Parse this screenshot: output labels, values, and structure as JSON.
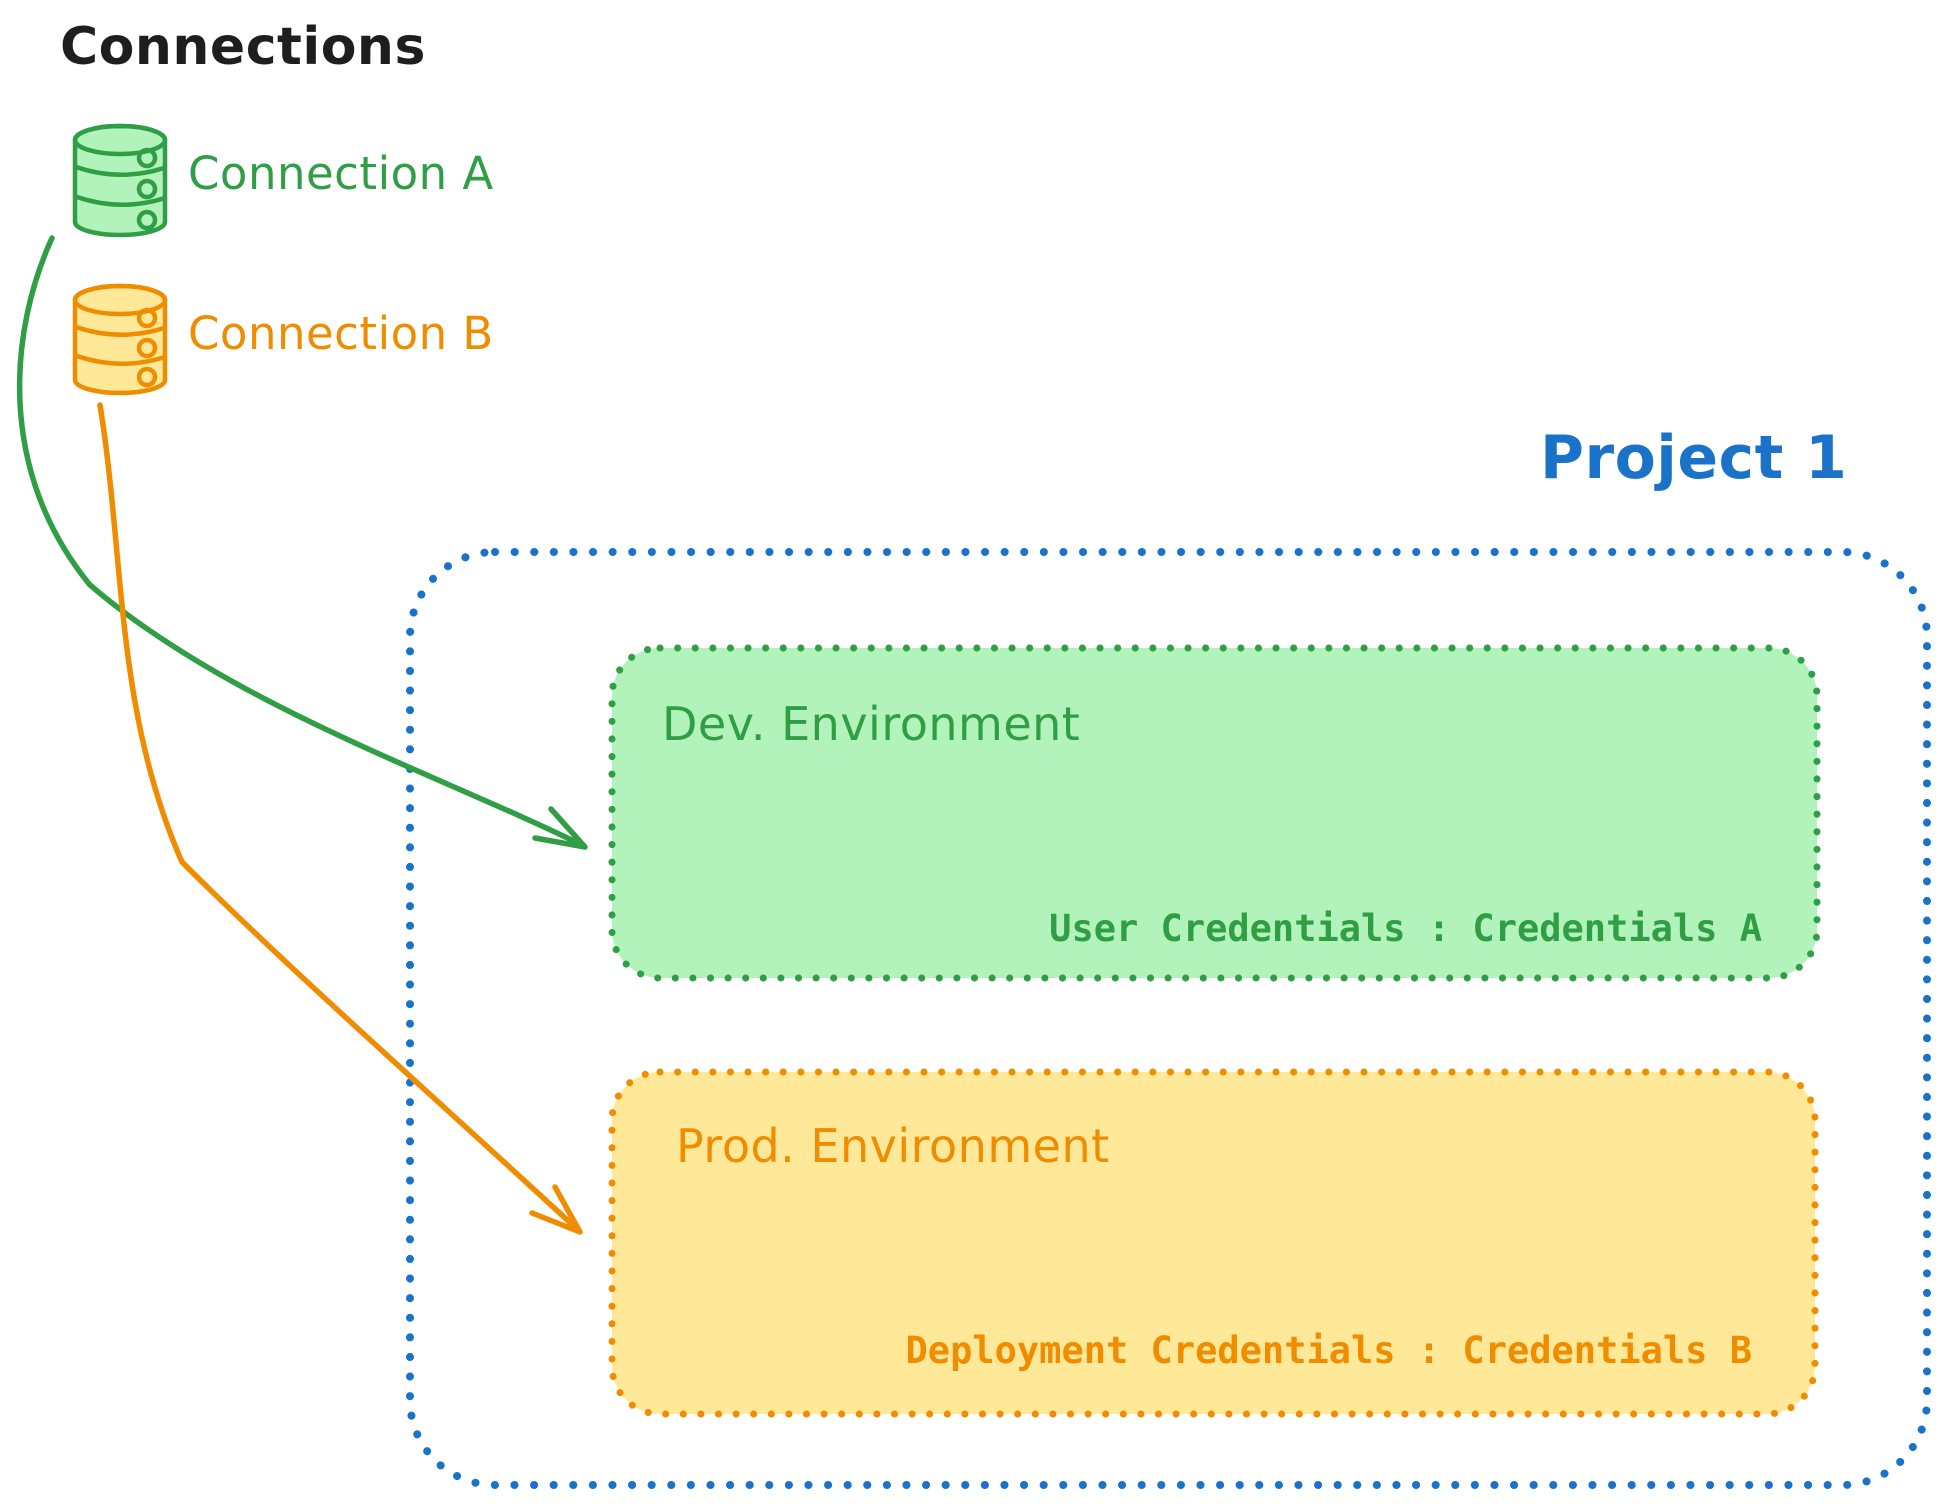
{
  "title": "Connections",
  "colors": {
    "black": "#1e1e1e",
    "green": "#2f9e44",
    "green_fill": "#b2f2bb",
    "orange": "#f08c00",
    "orange_fill": "#ffe999",
    "blue": "#1a73c9",
    "background": "#ffffff"
  },
  "connections": [
    {
      "label": "Connection A",
      "icon": "database-icon",
      "color": "#2f9e44"
    },
    {
      "label": "Connection B",
      "icon": "database-icon",
      "color": "#f08c00"
    }
  ],
  "project": {
    "title": "Project 1",
    "environments": [
      {
        "name": "Dev. Environment",
        "credentials": "User Credentials : Credentials A"
      },
      {
        "name": "Prod. Environment",
        "credentials": "Deployment Credentials : Credentials B"
      }
    ]
  }
}
